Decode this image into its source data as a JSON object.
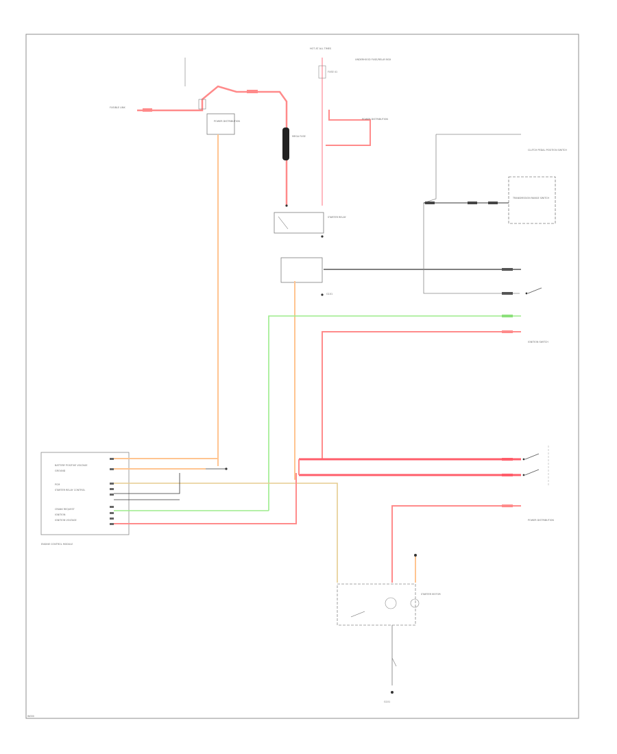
{
  "diagram": {
    "border_color": "#8c8c8c",
    "wire_colors": {
      "red": "#ff8a8a",
      "red_heavy": "#ff5d6a",
      "pink": "#ffb8c0",
      "orange": "#ffc490",
      "green": "#9bec8a",
      "grey": "#555555",
      "tan": "#e5cc8f"
    },
    "labels": {
      "hot_at_all_times": "HOT AT ALL TIMES",
      "underhood_fuse_block": "UNDERHOOD FUSE/RELAY BOX",
      "fuse_relay_label": "FUSE 41",
      "battery_fuse": "FUSIBLE LINK",
      "power_distribution": "POWER DISTRIBUTION",
      "mega_fuse": "MEGA FUSE",
      "starter_motor": "STARTER MOTOR",
      "starter_relay": "STARTER RELAY",
      "engine_control_module": "ENGINE CONTROL MODULE",
      "transmission_range_switch": "TRANSMISSION RANGE SWITCH",
      "clutch_switch": "CLUTCH PEDAL POSITION SWITCH",
      "ground": "G101",
      "ignition_switch": "IGNITION SWITCH",
      "ecm_battery_pos_volt": "BATTERY POSITIVE VOLTAGE",
      "ecm_ground": "GROUND",
      "ecm_pcm": "PCM",
      "ecm_starter_relay_ctrl": "STARTER RELAY CONTROL",
      "ecm_crank": "CRANK REQUEST",
      "ecm_ignition": "IGNITION",
      "ecm_ign_volt": "IGNITION VOLTAGE",
      "page_code": "W000"
    }
  }
}
